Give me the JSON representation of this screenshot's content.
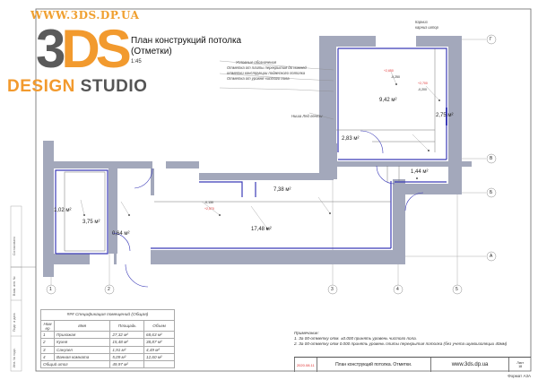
{
  "logo": {
    "url": "WWW.3DS.DP.UA",
    "mark_3": "3",
    "mark_ds": "DS",
    "brand_design": "DESIGN",
    "brand_studio": "STUDIO"
  },
  "drawing": {
    "title_line1": "План конструкций потолка",
    "title_line2": "(Отметки)",
    "scale": "1:45"
  },
  "legend": {
    "heading": "Условные обозначения",
    "items": [
      "Отметка от плиты перекрытия до нижней",
      "отметки конструкции подвесного потолка",
      "Отметка от уровня чистого пола"
    ],
    "cornice": "Карниз",
    "cornice_sub": "карниз штор",
    "led": "Ниша Лед ленты"
  },
  "rooms": [
    {
      "area": "9,42 м²"
    },
    {
      "area": "2,75 м²"
    },
    {
      "area": "2,83 м²"
    },
    {
      "area": "1,44 м²"
    },
    {
      "area": "7,38 м²"
    },
    {
      "area": "17,48 м²"
    },
    {
      "area": "3,75 м²"
    },
    {
      "area": "1,02 м²"
    },
    {
      "area": "0,64 м²"
    }
  ],
  "elevations": {
    "red": "+2,650",
    "black": "-0,250",
    "red2": "+2,700",
    "black2": "-0,200",
    "red3": "+2,570",
    "black3": "-0,130"
  },
  "axes": {
    "x": [
      "1",
      "2",
      "3",
      "4",
      "5"
    ],
    "y": [
      "Г",
      "В",
      "Б",
      "А"
    ]
  },
  "spec": {
    "caption": "### Спецификация помещений (Общая)",
    "headers": [
      "Ном ер",
      "Имя",
      "Площадь",
      "Объем"
    ],
    "rows": [
      [
        "1",
        "Прихожая",
        "27,32 м²",
        "68,63 м²"
      ],
      [
        "2",
        "Кухня",
        "15,48 м²",
        "38,87 м²"
      ],
      [
        "3",
        "Санузел",
        "1,91 м²",
        "4,49 м²"
      ],
      [
        "4",
        "Ванная комната",
        "5,09 м²",
        "12,60 м²"
      ]
    ],
    "total_label": "Общий итог",
    "total_area": "49,97 м²"
  },
  "notes": {
    "heading": "Примечание:",
    "lines": [
      "1. За 00-отметку отм. ±0.000 принять уровень чистого пола.",
      "2. За 00-отметку отм 0.000 принять уровень плиты перекрытия потолка (без учета шумоизоляции 40мм)"
    ]
  },
  "stamp": {
    "date": "2020.08.11",
    "title": "План конструкций потолка. Отметки.",
    "site": "www.3ds.dp.ua",
    "sheet_label": "Лист",
    "sheet_no": "18"
  },
  "format": "Формат А3А",
  "side": [
    "Согласовано",
    "Взам. инв. №",
    "Подп. и дата",
    "Инв. № подл."
  ],
  "colors": {
    "wall": "#a3a8bb",
    "blue": "#3b3bb8",
    "red": "#e03030",
    "orange": "#f29a2e"
  }
}
